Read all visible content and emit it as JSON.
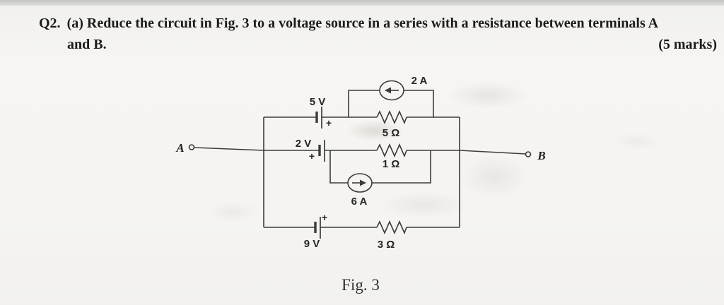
{
  "question": {
    "number": "Q2.",
    "text_line1": "(a) Reduce the circuit in Fig. 3 to a voltage source in a series with a resistance between terminals A",
    "text_line2": "and B.",
    "marks": "(5 marks)"
  },
  "figure": {
    "caption": "Fig. 3"
  },
  "circuit": {
    "terminal_left": "A",
    "terminal_right": "B",
    "plus": "+",
    "battery_top": "5 V",
    "resistor_top": "5 Ω",
    "source_top": "2 A",
    "source_top_direction": "left",
    "battery_mid": "2 V",
    "resistor_mid": "1 Ω",
    "source_mid": "6 A",
    "source_mid_direction": "right",
    "battery_bottom": "9 V",
    "resistor_bottom": "3 Ω"
  },
  "colors": {
    "ink": "#3b3b3b",
    "text": "#1c1c1c",
    "paper": "#f4f3f0"
  }
}
